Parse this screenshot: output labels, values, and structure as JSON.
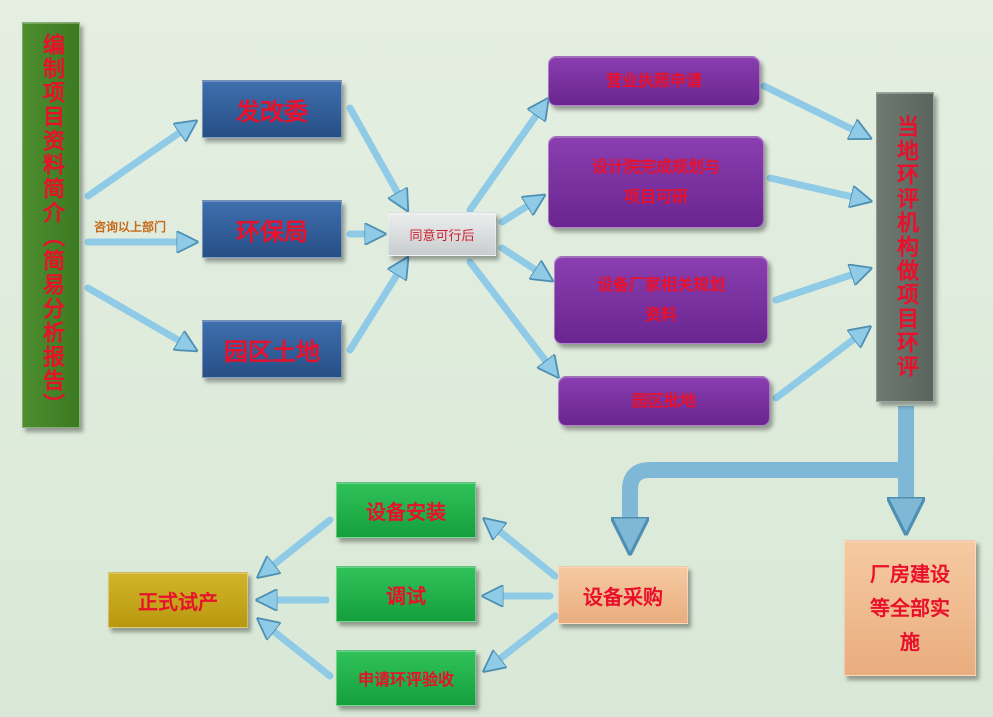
{
  "left_box": "编制项目资料简介（简易分析报告）",
  "consult_label": "咨询以上部门",
  "dept": {
    "fagaiwei": "发改委",
    "huanbaoju": "环保局",
    "yuanqu_tudi": "园区土地"
  },
  "approve": "同意可行后",
  "tasks": {
    "license": "营业执照申请",
    "design_line1": "设计院完成规划与",
    "design_line2": "项目可研",
    "equip_line1": "设备厂家相关规划",
    "equip_line2": "资料",
    "land": "园区批地"
  },
  "eia": "当地环评机构做项目环评",
  "factory_line1": "厂房建设",
  "factory_line2": "等全部实",
  "factory_line3": "施",
  "purchase": "设备采购",
  "install": "设备安装",
  "debug": "调试",
  "acceptance": "申请环评验收",
  "trial": "正式试产",
  "colors": {
    "arrow": "#8fcbe6",
    "text": "#e8102a",
    "blue_box": "#2f5c99",
    "purple_box": "#7a2fa0",
    "green_box": "#1fb04a"
  }
}
